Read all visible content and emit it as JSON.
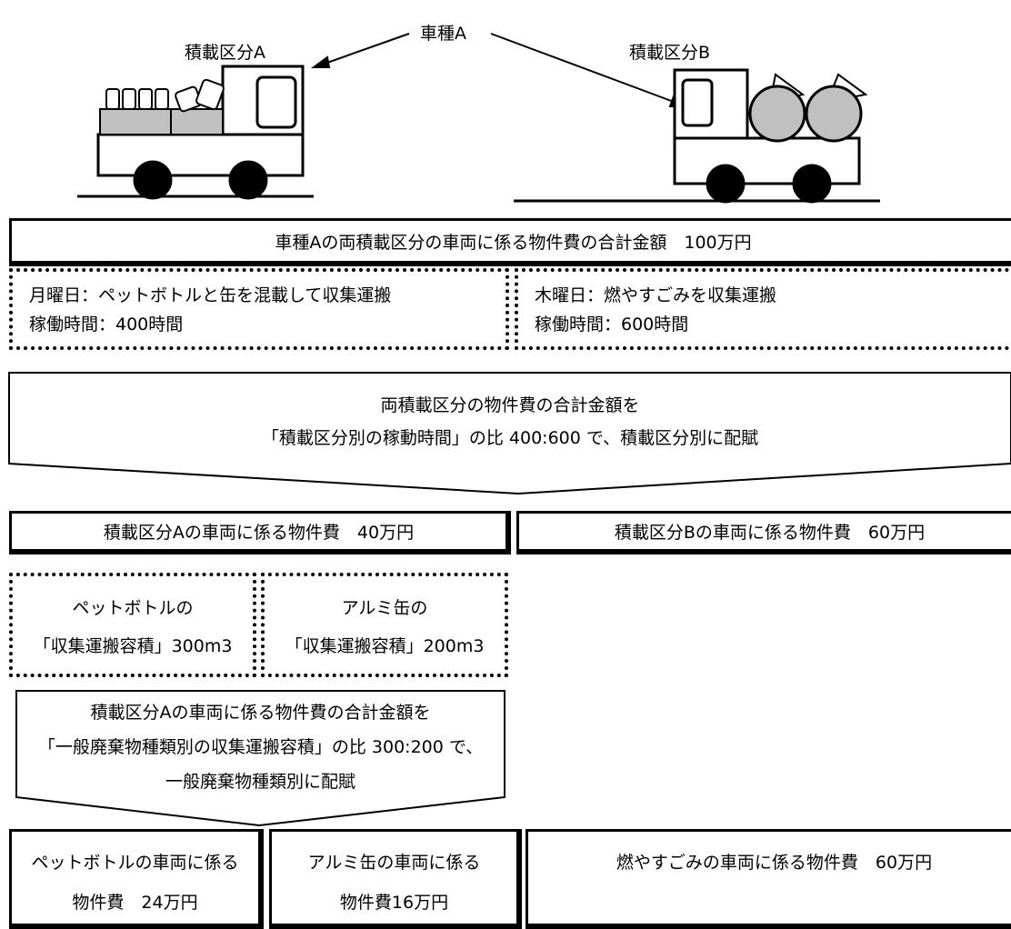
{
  "top_labels": {
    "vehicle": "車種A",
    "section_a": "積載区分A",
    "section_b": "積載区分B"
  },
  "total_box": "車種Aの両積載区分の車両に係る物件費の合計金額　100万円",
  "monday": {
    "line1": "月曜日：ペットボトルと缶を混載して収集運搬",
    "line2": "稼働時間：400時間"
  },
  "thursday": {
    "line1": "木曜日：燃やすごみを収集運搬",
    "line2": "稼働時間：600時間"
  },
  "allocation1": {
    "line1": "両積載区分の物件費の合計金額を",
    "line2": "「積載区分別の稼動時間」の比 400:600 で、積載区分別に配賦"
  },
  "cost_a": "積載区分Aの車両に係る物件費　40万円",
  "cost_b": "積載区分Bの車両に係る物件費　60万円",
  "pet_volume": {
    "line1": "ペットボトルの",
    "line2": "「収集運搬容積」300m3"
  },
  "alu_volume": {
    "line1": "アルミ缶の",
    "line2": "「収集運搬容積」200m3"
  },
  "allocation2": {
    "line1": "積載区分Aの車両に係る物件費の合計金額を",
    "line2": "「一般廃棄物種類別の収集運搬容積」の比 300:200 で、",
    "line3": "一般廃棄物種類別に配賦"
  },
  "final_pet": {
    "line1": "ペットボトルの車両に係る",
    "line2": "物件費　24万円"
  },
  "final_alu": {
    "line1": "アルミ缶の車両に係る",
    "line2": "物件費16万円"
  },
  "final_burn": "燃やすごみの車両に係る物件費　60万円"
}
